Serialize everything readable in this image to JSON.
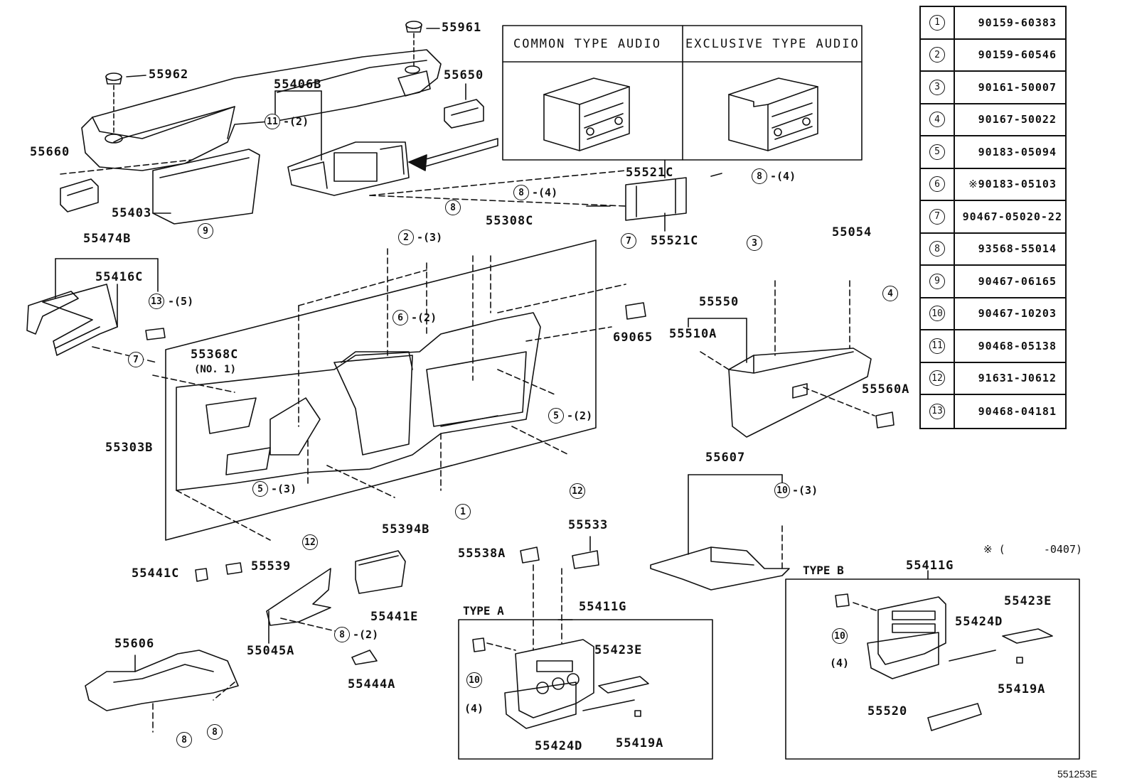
{
  "audio_panel": {
    "common_label": "COMMON TYPE AUDIO",
    "exclusive_label": "EXCLUSIVE TYPE AUDIO"
  },
  "legend": [
    {
      "num": "1",
      "part": "90159-60383",
      "mark": ""
    },
    {
      "num": "2",
      "part": "90159-60546",
      "mark": ""
    },
    {
      "num": "3",
      "part": "90161-50007",
      "mark": ""
    },
    {
      "num": "4",
      "part": "90167-50022",
      "mark": ""
    },
    {
      "num": "5",
      "part": "90183-05094",
      "mark": ""
    },
    {
      "num": "6",
      "part": "90183-05103",
      "mark": "※"
    },
    {
      "num": "7",
      "part": "90467-05020-22",
      "mark": ""
    },
    {
      "num": "8",
      "part": "93568-55014",
      "mark": ""
    },
    {
      "num": "9",
      "part": "90467-06165",
      "mark": ""
    },
    {
      "num": "10",
      "part": "90467-10203",
      "mark": ""
    },
    {
      "num": "11",
      "part": "90468-05138",
      "mark": ""
    },
    {
      "num": "12",
      "part": "91631-J0612",
      "mark": ""
    },
    {
      "num": "13",
      "part": "90468-04181",
      "mark": ""
    }
  ],
  "part_labels": {
    "p55961": "55961",
    "p55962": "55962",
    "p55650": "55650",
    "p55406B": "55406B",
    "p55660": "55660",
    "p55403": "55403",
    "p55474B": "55474B",
    "p55416C": "55416C",
    "p55521C_top": "55521C",
    "p55521C_bot": "55521C",
    "p55308C": "55308C",
    "p55054": "55054",
    "p55550": "55550",
    "p55510A": "55510A",
    "p69065": "69065",
    "p55368C": "55368C",
    "p55368C_sub": "(NO. 1)",
    "p55303B": "55303B",
    "p55560A": "55560A",
    "p55607": "55607",
    "p55394B": "55394B",
    "p55533": "55533",
    "p55538A": "55538A",
    "p55441C": "55441C",
    "p55539": "55539",
    "p55441E": "55441E",
    "p55045A": "55045A",
    "p55444A": "55444A",
    "p55606": "55606",
    "p55411G_a": "55411G",
    "p55423E_a": "55423E",
    "p55424D_a": "55424D",
    "p55419A_a": "55419A",
    "p55411G_b": "55411G",
    "p55423E_b": "55423E",
    "p55424D_b": "55424D",
    "p55419A_b": "55419A",
    "p55520": "55520"
  },
  "boxes": {
    "type_a": "TYPE A",
    "type_b": "TYPE B"
  },
  "note": "※ (      -0407)",
  "figure_id": "551253E",
  "callouts": [
    {
      "id": "c11",
      "num": "11",
      "qty": "-(2)"
    },
    {
      "id": "c9",
      "num": "9",
      "qty": ""
    },
    {
      "id": "c13",
      "num": "13",
      "qty": "-(5)"
    },
    {
      "id": "c2",
      "num": "2",
      "qty": "-(3)"
    },
    {
      "id": "c8a",
      "num": "8",
      "qty": ""
    },
    {
      "id": "c8b",
      "num": "8",
      "qty": "-(4)"
    },
    {
      "id": "c8c",
      "num": "8",
      "qty": "-(4)"
    },
    {
      "id": "c7a",
      "num": "7",
      "qty": ""
    },
    {
      "id": "c3",
      "num": "3",
      "qty": ""
    },
    {
      "id": "c6",
      "num": "6",
      "qty": "-(2)"
    },
    {
      "id": "c7b",
      "num": "7",
      "qty": ""
    },
    {
      "id": "c4",
      "num": "4",
      "qty": ""
    },
    {
      "id": "c5a",
      "num": "5",
      "qty": "-(2)"
    },
    {
      "id": "c5b",
      "num": "5",
      "qty": "-(3)"
    },
    {
      "id": "c12a",
      "num": "12",
      "qty": ""
    },
    {
      "id": "c1",
      "num": "1",
      "qty": ""
    },
    {
      "id": "c10a",
      "num": "10",
      "qty": "-(3)"
    },
    {
      "id": "c12b",
      "num": "12",
      "qty": ""
    },
    {
      "id": "c8d",
      "num": "8",
      "qty": "-(2)"
    },
    {
      "id": "c8e",
      "num": "8",
      "qty": ""
    },
    {
      "id": "c8f",
      "num": "8",
      "qty": ""
    },
    {
      "id": "c10b",
      "num": "10",
      "qty": "(4)"
    },
    {
      "id": "c10c",
      "num": "10",
      "qty": "(4)"
    }
  ]
}
